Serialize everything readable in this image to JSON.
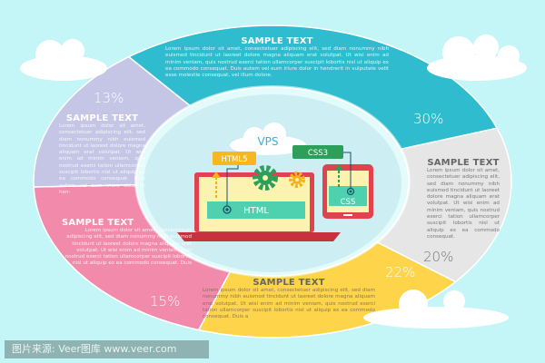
{
  "colors": {
    "background": "#c4f5f7",
    "teal": "#2fbccf",
    "gray": "#e6e6e6",
    "yellow": "#fdd44a",
    "pink": "#f18aab",
    "lavender": "#c5c5e6",
    "laptop": "#e0424f",
    "green": "#2e9e5b",
    "mint": "#4fd1b0"
  },
  "segments": {
    "teal": {
      "title": "SAMPLE TEXT",
      "percent": "30%",
      "body": "Lorem ipsum dolor sit amet, consectetuer adipiscing elit, sed diam nonummy nibh euismod tincidunt ut laoreet dolore magna aliquam erat volutpat. Ut wisi enim ad minim veniam, quis nostrud exerci tation ullamcorper suscipit lobortis nisl ut aliquip ex ea commodo consequat. Duis autem vel eum iriure dolor in hendrerit in vulputate velit esse molestie consequat, vel illum dolore."
    },
    "lavender": {
      "title": "SAMPLE TEXT",
      "percent": "13%",
      "body": "Lorem ipsum dolor sit amet, consectetuer adipiscing elit, sed diam nonummy nibh euismod tincidunt ut laoreet dolore magna aliquam erat volutpat. Ut wisi enim ad minim veniam, quis nostrud exerci tation ullamcorper suscipit lobortis nisl ut aliquip ex ea commodo consequat. Duis autem vel eum iriure dolor in hen-"
    },
    "gray": {
      "title": "SAMPLE TEXT",
      "percent": "20%",
      "body": "Lorem ipsum dolor sit amet, consectetuer adipiscing elit, sed diam nonummy nibh euismod tincidunt ut laoreet dolore magna aliquam erat volutpat. Ut wisi enim ad minim veniam, quis nostrud exerci tation ullamcorper suscipit lobortis nisl ut aliquip ex ea commodo consequat."
    },
    "pink": {
      "title": "SAMPLE TEXT",
      "percent": "15%",
      "body": "Lorem ipsum dolor sit amet, consectetuer adipiscing elit, sed diam nonummy nibh euismod tincidunt ut laoreet dolore magna aliquam erat volutpat. Ut wisi enim ad minim veniam, quis nostrud exerci tation ullamcorper suscipit lobortis nisl ut aliquip ex ea commodo consequat. Duis"
    },
    "yellow": {
      "title": "SAMPLE TEXT",
      "percent": "22%",
      "body": "Lorem ipsum dolor sit amet, consectetuer adipiscing elit, sed diam nonummy nibh euismod tincidunt ut laoreet dolore magna aliquam erat volutpat. Ut wisi enim ad minim veniam, quis nostrud exerci tation ullamcorper suscipit lobortis nisl ut aliquip ex ea commodo consequat. Duis a"
    }
  },
  "illustration": {
    "cloud_label": "VPS",
    "tag_html5": "HTML5",
    "tag_css3": "CSS3",
    "laptop_bar": "HTML",
    "phone_bar": "CSS"
  },
  "watermark": "图片来源: Veer图库 www.veer.com"
}
